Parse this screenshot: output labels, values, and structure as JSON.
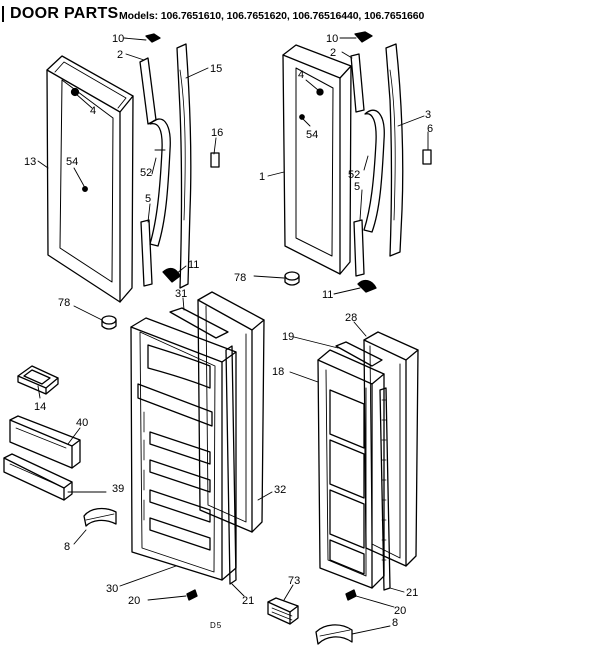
{
  "header": {
    "title": "DOOR PARTS",
    "models": "Models: 106.7651610, 106.7651620, 106.76516440, 106.7651660"
  },
  "callouts": {
    "c10a": "10",
    "c2a": "2",
    "c15": "15",
    "c4a": "4",
    "c13": "13",
    "c54a": "54",
    "c16": "16",
    "c52a": "52",
    "c5a": "5",
    "c11a": "11",
    "c78a": "78",
    "c10b": "10",
    "c2b": "2",
    "c4b": "4",
    "c54b": "54",
    "c3": "3",
    "c6": "6",
    "c1": "1",
    "c52b": "52",
    "c5b": "5",
    "c78b": "78",
    "c11b": "11",
    "c31": "31",
    "c28": "28",
    "c19": "19",
    "c18": "18",
    "c14": "14",
    "c40": "40",
    "c39": "39",
    "c8a": "8",
    "c32": "32",
    "c30": "30",
    "c20a": "20",
    "c21a": "21",
    "c73": "73",
    "c21b": "21",
    "c20b": "20",
    "c8b": "8"
  },
  "footer": {
    "code": "D5"
  }
}
